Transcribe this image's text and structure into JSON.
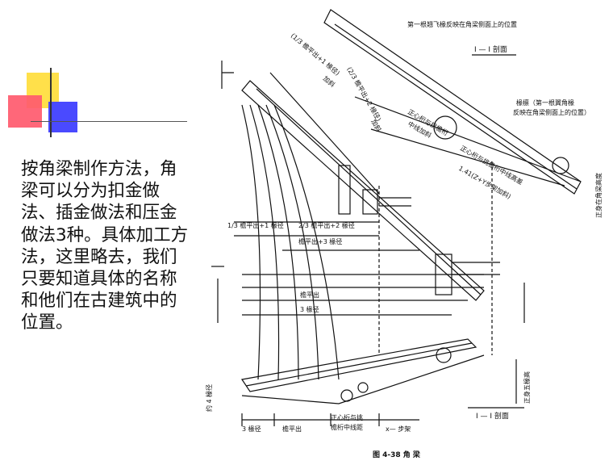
{
  "text": "按角梁制作方法，角梁可以分为扣金做法、插金做法和压金做法3种。具体加工方法，这里略去，我们只要知道具体的名称和他们在古建筑中的位置。",
  "figure": {
    "caption": "图 4-38  角  梁",
    "labels": {
      "top_note": "第一根翘飞椽反映在角梁侧面上的位置",
      "section_top": "I — I 剖面",
      "section_bottom": "I — I 剖面",
      "rafter_note_1": "椽檩（第一根翼角椽",
      "rafter_note_2": "反映在角梁侧面上的位置）",
      "diag_1": "(1/3 檐平出+1 椽径)",
      "diag_2": "加斜",
      "diag_3": "(2/3 檐平出+2 椽径)",
      "diag_4": "加斜",
      "center_1": "正心桁与挑檐桁",
      "center_2": "中线加斜",
      "center_3": "正心桁与挑檐桁中线高差",
      "center_4": "1.41(Z+Y步架加斜)",
      "row_1": "1/3 檐平出+1 椽径",
      "row_2": "2/3 檐平出+2 椽径",
      "row_3": "檐平出+3 椽径",
      "row_4": "檐平出",
      "row_5": "3 椽径",
      "bottom_1": "3 椽径",
      "bottom_2": "檐平出",
      "bottom_3": "正心桁与挑",
      "bottom_4": "檐桁中线距",
      "bottom_5": "x— 步架",
      "side_1": "约 4 椽径",
      "side_2": "正身五椽高",
      "side_3": "正身在角梁高度"
    }
  }
}
